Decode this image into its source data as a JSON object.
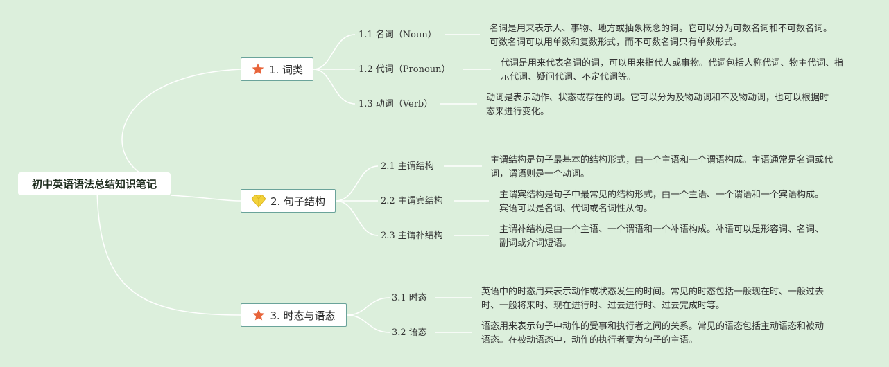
{
  "root": {
    "title": "初中英语语法总结知识笔记"
  },
  "branches": [
    {
      "label": "1. 词类",
      "icon": "star-icon",
      "children": [
        {
          "label": "1.1 名词（Noun）",
          "desc": "名词是用来表示人、事物、地方或抽象概念的词。它可以分为可数名词和不可数名词。可数名词可以用单数和复数形式，而不可数名词只有单数形式。"
        },
        {
          "label": "1.2 代词（Pronoun）",
          "desc": "代词是用来代表名词的词，可以用来指代人或事物。代词包括人称代词、物主代词、指示代词、疑问代词、不定代词等。"
        },
        {
          "label": "1.3 动词（Verb）",
          "desc": "动词是表示动作、状态或存在的词。它可以分为及物动词和不及物动词，也可以根据时态来进行变化。"
        }
      ]
    },
    {
      "label": "2. 句子结构",
      "icon": "diamond-icon",
      "children": [
        {
          "label": "2.1 主谓结构",
          "desc": "主谓结构是句子最基本的结构形式，由一个主语和一个谓语构成。主语通常是名词或代词，谓语则是一个动词。"
        },
        {
          "label": "2.2 主谓宾结构",
          "desc": "主谓宾结构是句子中最常见的结构形式，由一个主语、一个谓语和一个宾语构成。宾语可以是名词、代词或名词性从句。"
        },
        {
          "label": "2.3 主谓补结构",
          "desc": "主谓补结构是由一个主语、一个谓语和一个补语构成。补语可以是形容词、名词、副词或介词短语。"
        }
      ]
    },
    {
      "label": "3. 时态与语态",
      "icon": "star-icon",
      "children": [
        {
          "label": "3.1 时态",
          "desc": "英语中的时态用来表示动作或状态发生的时间。常见的时态包括一般现在时、一般过去时、一般将来时、现在进行时、过去进行时、过去完成时等。"
        },
        {
          "label": "3.2 语态",
          "desc": "语态用来表示句子中动作的受事和执行者之间的关系。常见的语态包括主动语态和被动语态。在被动语态中，动作的执行者变为句子的主语。"
        }
      ]
    }
  ],
  "colors": {
    "background": "#dcefdc",
    "line": "#ffffff",
    "border": "#6aa39a",
    "star": "#e8643a",
    "diamond": "#f3d23a"
  }
}
